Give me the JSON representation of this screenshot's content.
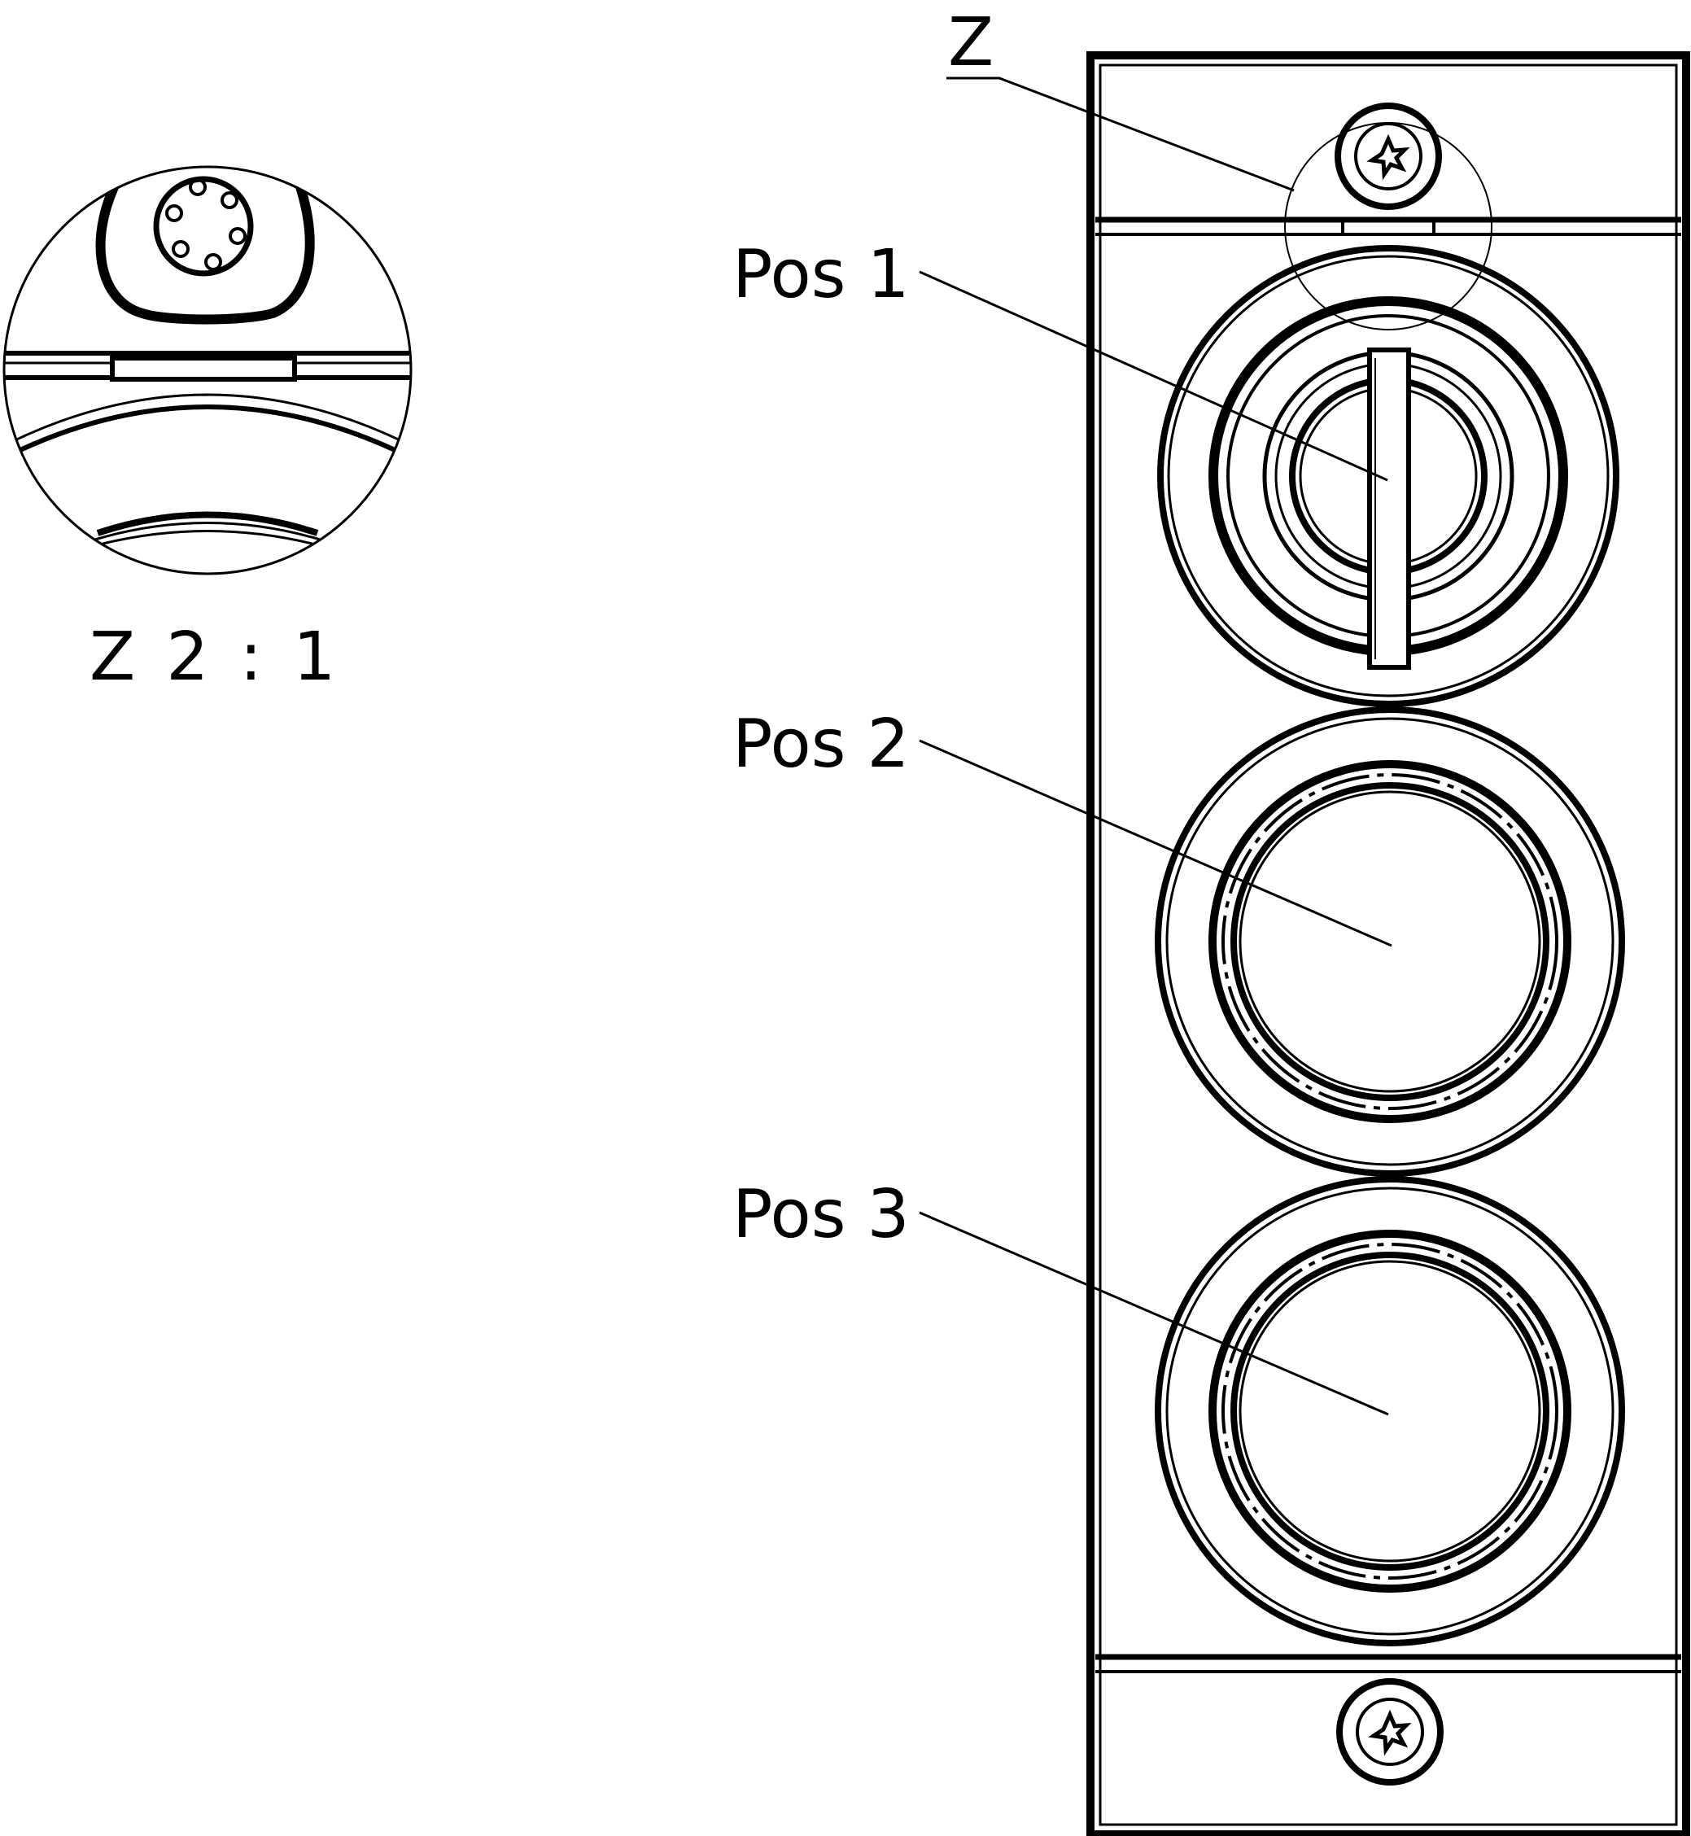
{
  "labels": {
    "detail_callout": "Z",
    "pos1": "Pos 1",
    "pos2": "Pos 2",
    "pos3": "Pos 3",
    "detail_scale": "Z  2 : 1"
  },
  "colors": {
    "ink": "#000000",
    "paper": "#ffffff"
  },
  "icons": {
    "screw": "torx-screw-icon"
  }
}
